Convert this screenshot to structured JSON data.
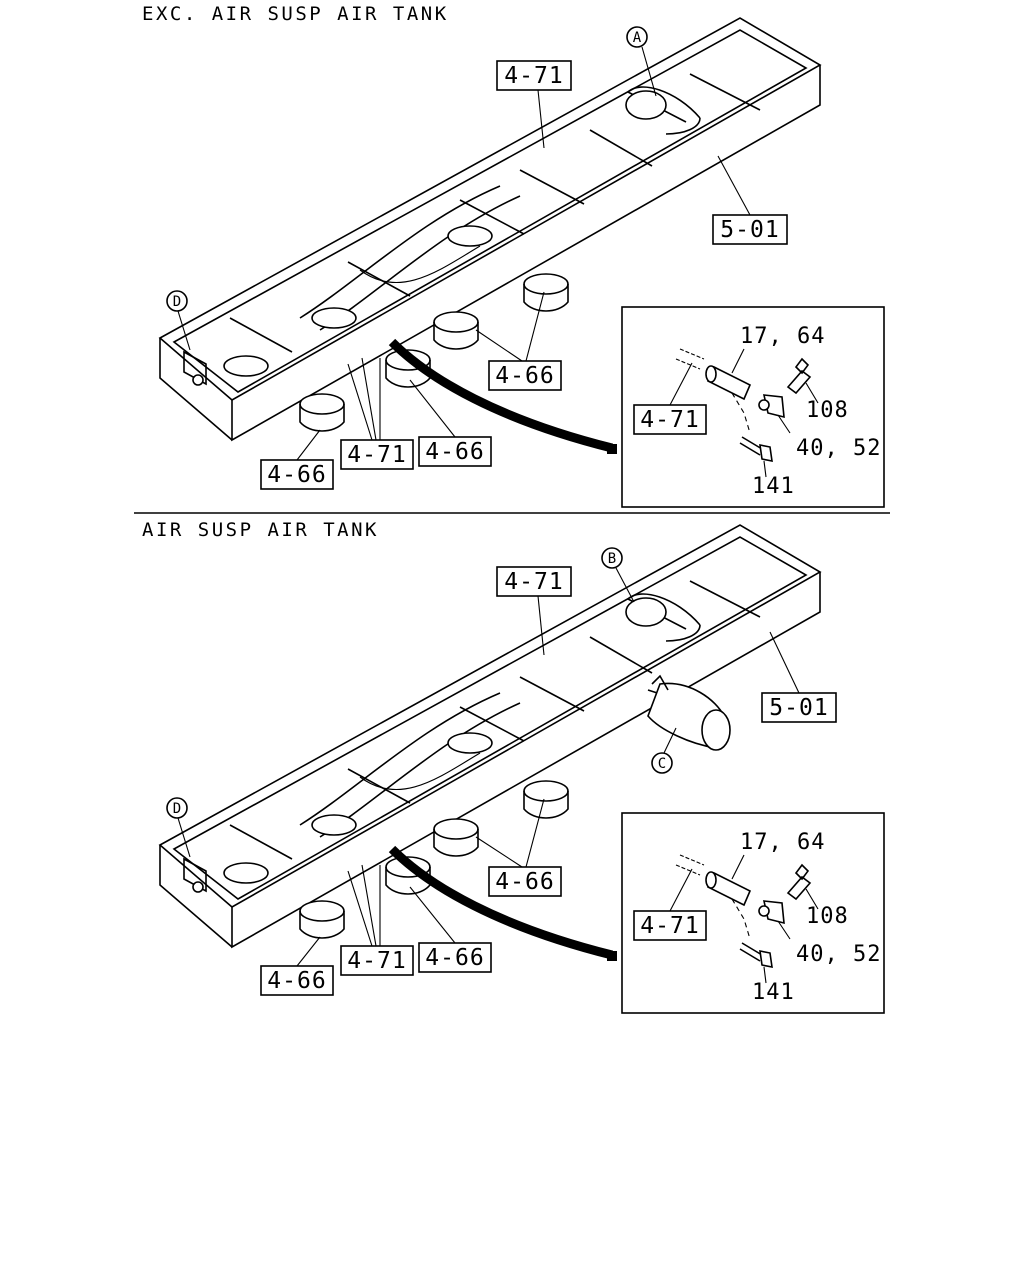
{
  "diagram": {
    "sections": [
      {
        "title": "EXC. AIR SUSP AIR TANK",
        "callouts": {
          "tank": "A",
          "bracket": "D"
        },
        "boxed_labels": {
          "pipe_top": "4-71",
          "frame": "5-01",
          "bellows_right": "4-66",
          "bellows_left": "4-66",
          "pipe_mid": "4-71",
          "bellows_mid": "4-66",
          "inset_pipe": "4-71"
        },
        "inset_labels": {
          "part_a": "17, 64",
          "part_b": "108",
          "part_c": "40, 52",
          "part_d": "141"
        }
      },
      {
        "title": "AIR SUSP AIR TANK",
        "callouts": {
          "tank": "B",
          "extra_tank": "C",
          "bracket": "D"
        },
        "boxed_labels": {
          "pipe_top": "4-71",
          "frame": "5-01",
          "bellows_right": "4-66",
          "bellows_left": "4-66",
          "pipe_mid": "4-71",
          "bellows_mid": "4-66",
          "inset_pipe": "4-71"
        },
        "inset_labels": {
          "part_a": "17, 64",
          "part_b": "108",
          "part_c": "40, 52",
          "part_d": "141"
        }
      }
    ]
  }
}
